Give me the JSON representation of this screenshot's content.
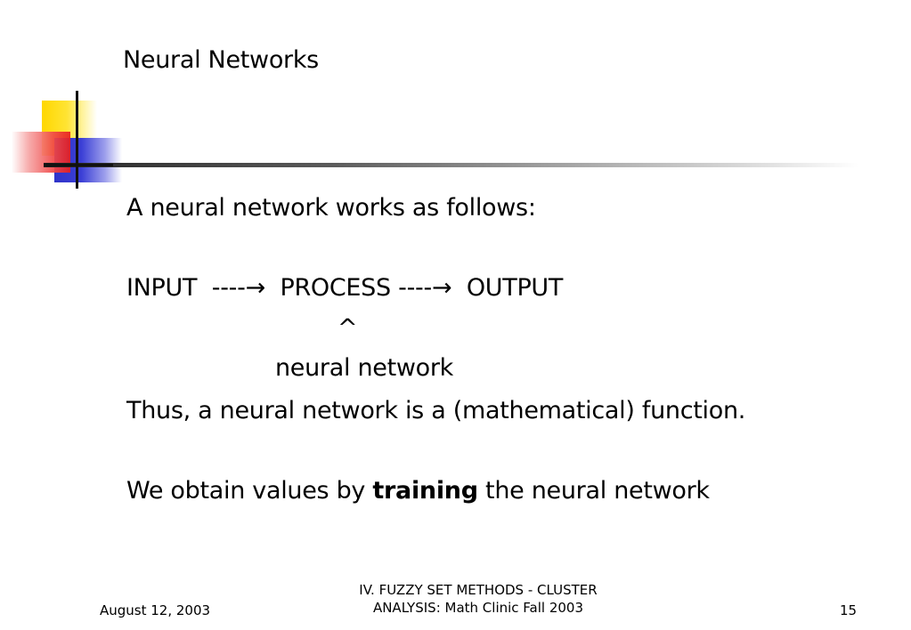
{
  "slide": {
    "title": "Neural Networks",
    "body": {
      "intro": "A neural network works as follows:",
      "flow": {
        "input": "INPUT",
        "dashes_1": "----",
        "arrow_1": "→",
        "process": "PROCESS",
        "dashes_2": "----",
        "arrow_2": "→",
        "output": "OUTPUT"
      },
      "caret": "^",
      "process_note": "neural network",
      "conclusion": "Thus, a neural network is a (mathematical) function.",
      "training_sentence": {
        "before": "We obtain values by",
        "emphasis": "training",
        "after": "the neural network"
      }
    },
    "footer": {
      "date": "August 12, 2003",
      "center_line_1": "IV. FUZZY SET METHODS - CLUSTER",
      "center_line_2": "ANALYSIS: Math Clinic Fall 2003",
      "page_number": "15"
    },
    "colors": {
      "accent_yellow": "#ffd700",
      "accent_blue": "#2f33c9",
      "accent_red": "#e81e1e",
      "rule": "#1a1a1a"
    }
  }
}
